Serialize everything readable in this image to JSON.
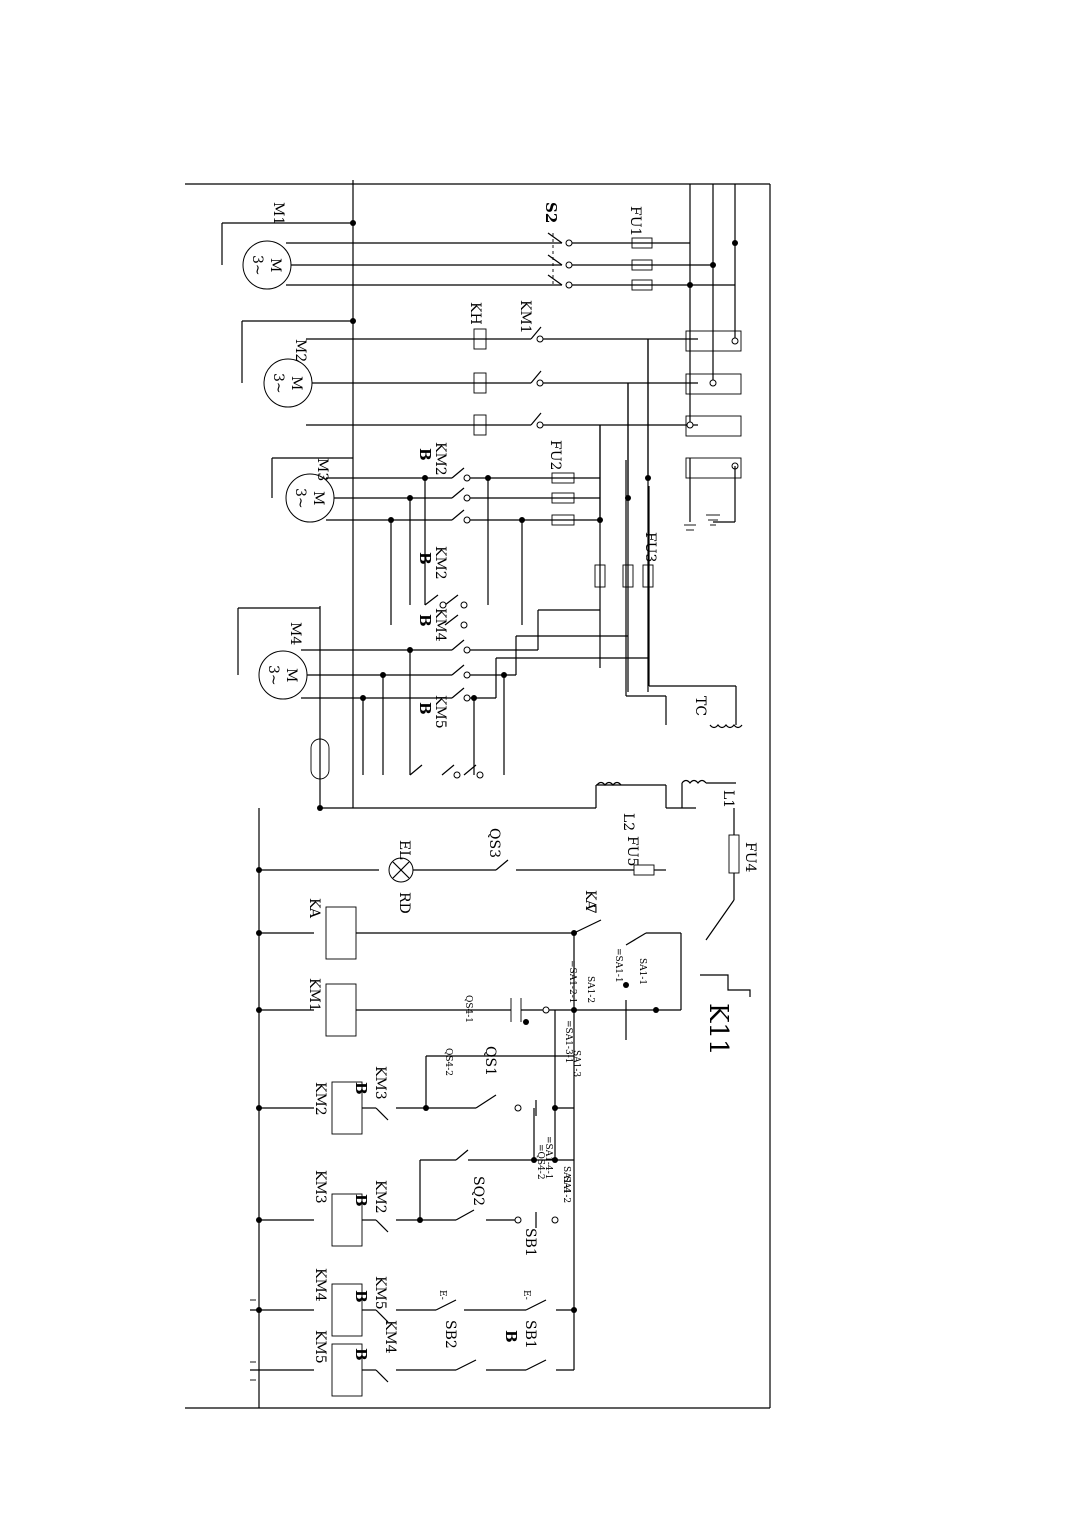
{
  "labels": {
    "m1": "M1",
    "m2": "M2",
    "m3": "M3",
    "m4": "M4",
    "motor_m": "M",
    "motor_3": "3~",
    "s2": "S2",
    "fu1": "FU1",
    "fu2": "FU2",
    "fu3": "FU3",
    "fu4": "FU4",
    "fu5": "FU5",
    "kh": "KH",
    "km1_top": "KM1",
    "km2_a": "KM2",
    "km2_b": "KM2",
    "km4_top": "KM4",
    "km5_top": "KM5",
    "b": "B",
    "tc": "TC",
    "l1": "L1",
    "l2": "L2",
    "qs3": "QS3",
    "el": "EL",
    "rd": "RD",
    "ka_coil": "KA",
    "ka_contact": "KA",
    "ka_7": "7",
    "km1_coil": "KM1",
    "km2_coil": "KM2",
    "km3_coil": "KM3",
    "km4_coil": "KM4",
    "km5_coil": "KM5",
    "km3_contact": "KM3",
    "km2_contact": "KM2",
    "km5_contact": "KM5",
    "km4_contact": "KM4",
    "sa1_1": "SA1-1",
    "sa1_1_eq": "=SA1-1",
    "sa1_2": "SA1-2",
    "sa1_2_eq": "=SA1-2-1",
    "sa1_3": "SA1-3",
    "sa1_3_eq": "=SA1-3-1",
    "sa1_4": "SA1-4",
    "sa1_4_2": "SA1-2",
    "sa1_4_eq": "=SA1-4-1",
    "sa1_4_eq2": "=QS4-2",
    "qs4_1": "QS4-1",
    "qs4_2": "QS4-2",
    "qs1": "QS1",
    "sq2": "SQ2",
    "sb1": "SB1",
    "sb1b": "SB1",
    "sb2": "SB2",
    "e_mark": "E-",
    "k11": "K11"
  }
}
